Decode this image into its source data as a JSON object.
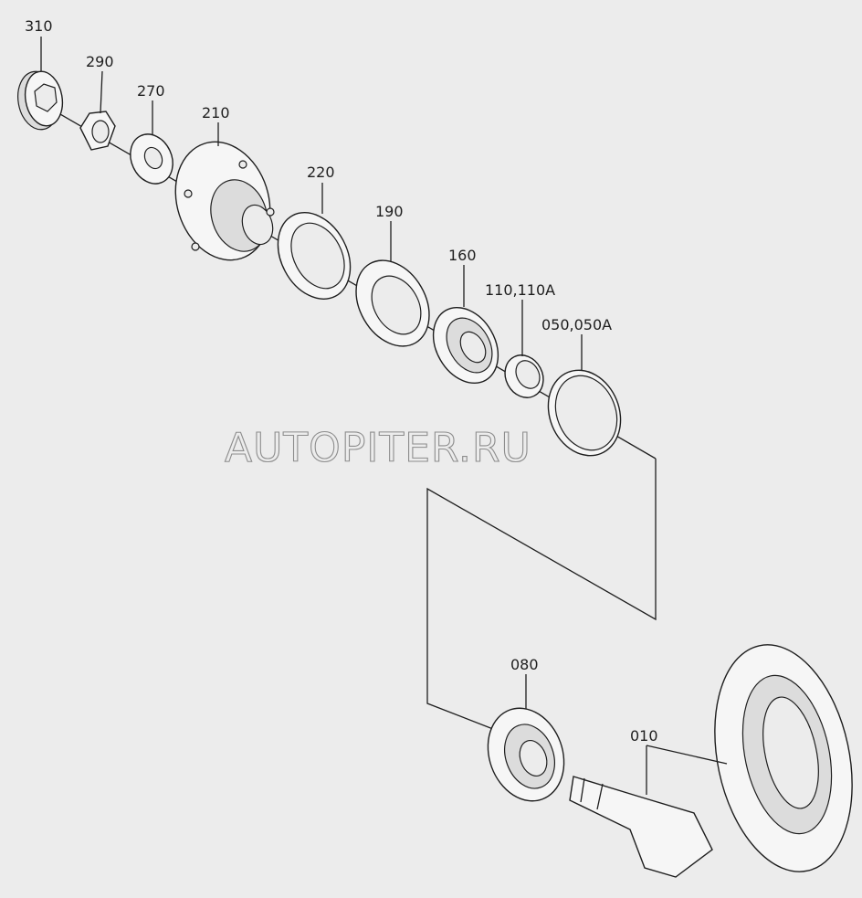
{
  "labels": {
    "p310": "310",
    "p290": "290",
    "p270": "270",
    "p210": "210",
    "p220": "220",
    "p190": "190",
    "p160": "160",
    "p110": "110,110A",
    "p050": "050,050A",
    "p080": "080",
    "p010": "010"
  },
  "watermark": "AUTOPITER.RU",
  "colors": {
    "background": "#ececec",
    "ink": "#1e1e1e",
    "watermark": "#8d8d8d"
  }
}
